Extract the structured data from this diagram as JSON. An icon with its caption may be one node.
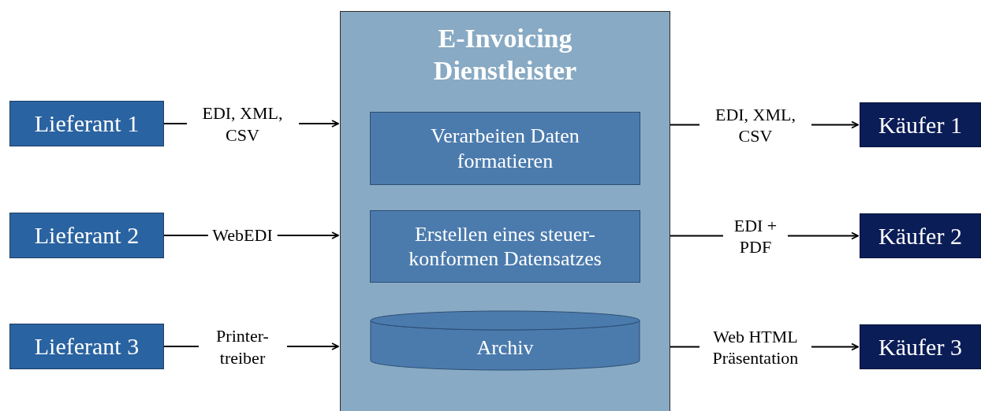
{
  "diagram": {
    "nodes": [
      {
        "text": [
          "Lieferant 1"
        ]
      },
      {
        "text": [
          "Lieferant 2"
        ]
      },
      {
        "text": [
          "Lieferant 3"
        ]
      },
      {
        "text": [
          "E-Invoicing Dienstleister"
        ]
      },
      {
        "text": [
          "Verarbeiten Daten formatieren"
        ],
        "in": 3
      },
      {
        "text": [
          "Erstellen eines steuer- konformen Datensatzes"
        ],
        "in": 3
      },
      {
        "text": [
          "Archiv"
        ],
        "in": 3
      },
      {
        "text": [
          "Käufer 1"
        ]
      },
      {
        "text": [
          "Käufer 2"
        ]
      },
      {
        "text": [
          "Käufer 3"
        ]
      }
    ],
    "edges": [
      {
        "from": 0,
        "to": 3,
        "arrow": "to",
        "label": "EDI, XML, CSV"
      },
      {
        "from": 1,
        "to": 3,
        "arrow": "to",
        "label": "WebEDI"
      },
      {
        "from": 2,
        "to": 3,
        "arrow": "to",
        "label": "Printer- treiber"
      },
      {
        "from": 3,
        "to": 7,
        "arrow": "to",
        "label": "EDI, XML, CSV"
      },
      {
        "from": 3,
        "to": 8,
        "arrow": "to",
        "label": "EDI + PDF"
      },
      {
        "from": 3,
        "to": 9,
        "arrow": "to",
        "label": "Web HTML Präsentation"
      }
    ]
  }
}
